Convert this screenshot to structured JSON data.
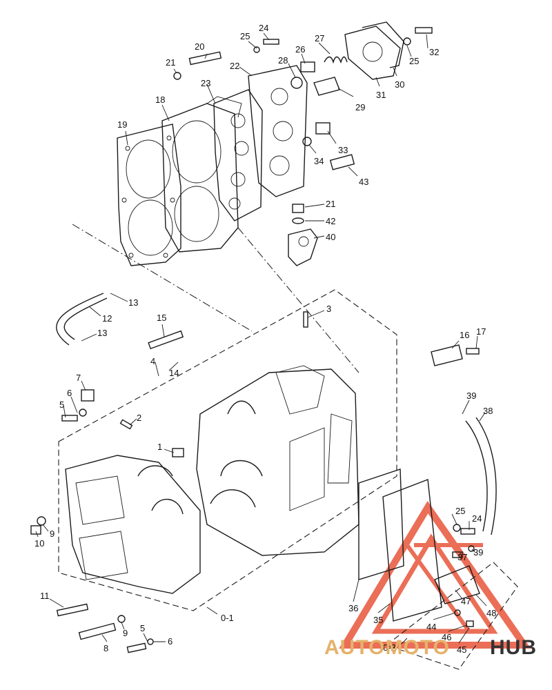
{
  "labels": [
    {
      "id": "20",
      "text": "20"
    },
    {
      "id": "24a",
      "text": "24"
    },
    {
      "id": "25a",
      "text": "25"
    },
    {
      "id": "26",
      "text": "26"
    },
    {
      "id": "27",
      "text": "27"
    },
    {
      "id": "32",
      "text": "32"
    },
    {
      "id": "25b",
      "text": "25"
    },
    {
      "id": "21a",
      "text": "21"
    },
    {
      "id": "22",
      "text": "22"
    },
    {
      "id": "28",
      "text": "28"
    },
    {
      "id": "23",
      "text": "23"
    },
    {
      "id": "29",
      "text": "29"
    },
    {
      "id": "31",
      "text": "31"
    },
    {
      "id": "30",
      "text": "30"
    },
    {
      "id": "18",
      "text": "18"
    },
    {
      "id": "19",
      "text": "19"
    },
    {
      "id": "33",
      "text": "33"
    },
    {
      "id": "34",
      "text": "34"
    },
    {
      "id": "43",
      "text": "43"
    },
    {
      "id": "21b",
      "text": "21"
    },
    {
      "id": "42",
      "text": "42"
    },
    {
      "id": "40",
      "text": "40"
    },
    {
      "id": "13a",
      "text": "13"
    },
    {
      "id": "12",
      "text": "12"
    },
    {
      "id": "13b",
      "text": "13"
    },
    {
      "id": "3",
      "text": "3"
    },
    {
      "id": "15",
      "text": "15"
    },
    {
      "id": "16",
      "text": "16"
    },
    {
      "id": "17",
      "text": "17"
    },
    {
      "id": "4",
      "text": "4"
    },
    {
      "id": "14",
      "text": "14"
    },
    {
      "id": "7",
      "text": "7"
    },
    {
      "id": "6a",
      "text": "6"
    },
    {
      "id": "5a",
      "text": "5"
    },
    {
      "id": "2",
      "text": "2"
    },
    {
      "id": "39a",
      "text": "39"
    },
    {
      "id": "38",
      "text": "38"
    },
    {
      "id": "1",
      "text": "1"
    },
    {
      "id": "25c",
      "text": "25"
    },
    {
      "id": "24b",
      "text": "24"
    },
    {
      "id": "9a",
      "text": "9"
    },
    {
      "id": "10",
      "text": "10"
    },
    {
      "id": "37",
      "text": "37"
    },
    {
      "id": "39b",
      "text": "39"
    },
    {
      "id": "11",
      "text": "11"
    },
    {
      "id": "36",
      "text": "36"
    },
    {
      "id": "47",
      "text": "47"
    },
    {
      "id": "48",
      "text": "48"
    },
    {
      "id": "35",
      "text": "35"
    },
    {
      "id": "44",
      "text": "44"
    },
    {
      "id": "46",
      "text": "46"
    },
    {
      "id": "9b",
      "text": "9"
    },
    {
      "id": "5b",
      "text": "5"
    },
    {
      "id": "6b",
      "text": "6"
    },
    {
      "id": "8",
      "text": "8"
    },
    {
      "id": "01",
      "text": "0-1"
    },
    {
      "id": "02",
      "text": "0-2"
    },
    {
      "id": "45",
      "text": "45"
    }
  ],
  "watermark": {
    "part1": "AUTOMOTO",
    "part2": "HUB",
    "accent_color": "#e8553a",
    "gold_color": "#e5b26b",
    "dark_color": "#333333"
  },
  "colors": {
    "ink": "#1a1a1a",
    "background": "#ffffff"
  }
}
